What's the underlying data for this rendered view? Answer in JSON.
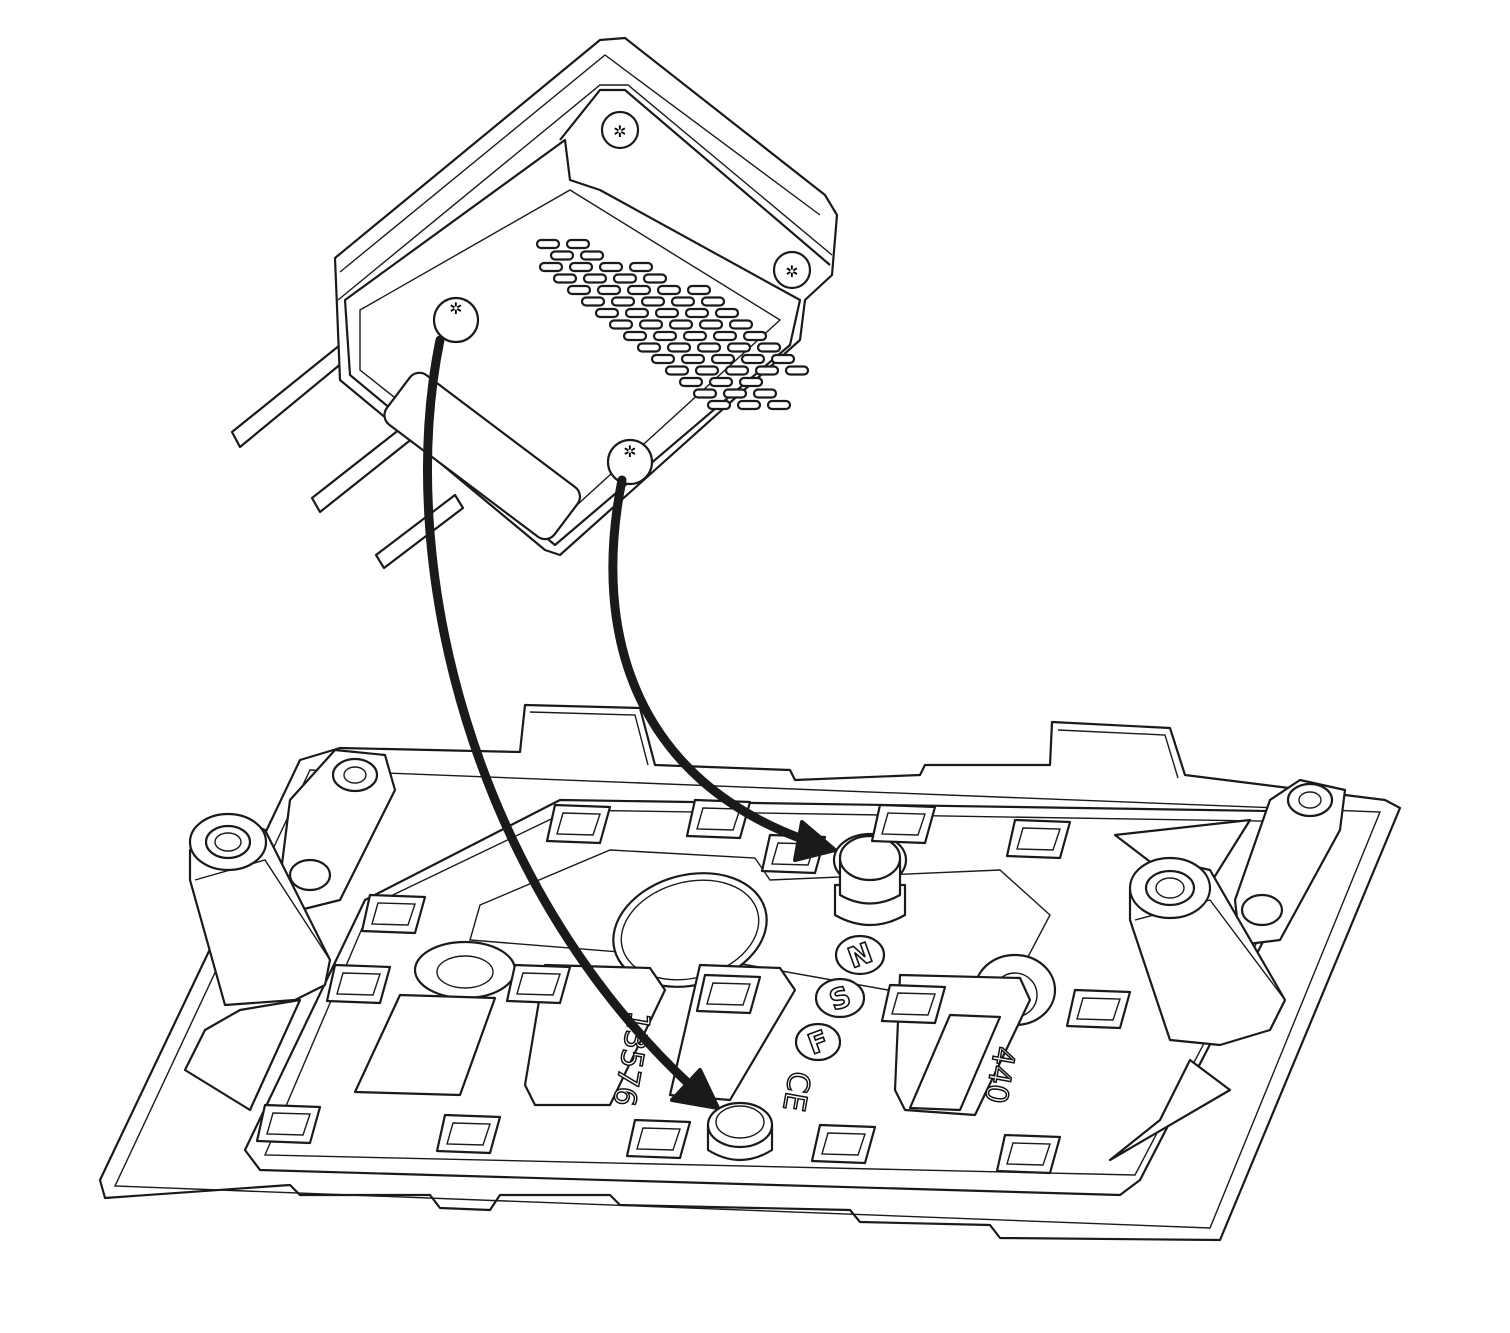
{
  "diagram": {
    "markings": {
      "n": "N",
      "s": "S",
      "f": "F",
      "ce": "CE"
    },
    "part_numbers": {
      "left": "13576",
      "right": "440"
    },
    "colors": {
      "line": "#1a1a1a",
      "background": "#ffffff"
    }
  }
}
